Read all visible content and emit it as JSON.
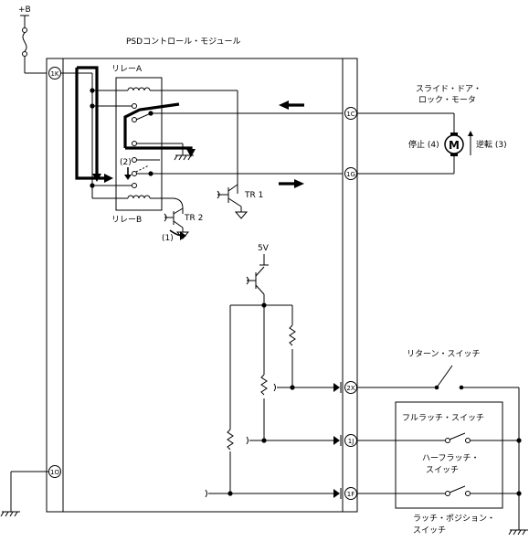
{
  "labels": {
    "battery": "+B",
    "module_title": "PSDコントロール・モジュール",
    "relay_a": "リレーA",
    "relay_b": "リレーB",
    "tr1": "TR 1",
    "tr2": "TR 2",
    "mark1": "(1)",
    "mark2": "(2)",
    "v5": "5V",
    "motor_line1": "スライド・ドア・",
    "motor_line2": "ロック・モータ",
    "motor_symbol": "M",
    "stop": "停止 (4)",
    "reverse": "逆転 (3)",
    "return_switch": "リターン・スイッチ",
    "full_latch": "フルラッチ・スイッチ",
    "half_latch_1": "ハーフラッチ・",
    "half_latch_2": "スイッチ",
    "latch_pos_1": "ラッチ・ポジション・",
    "latch_pos_2": "スイッチ"
  },
  "pins": {
    "p1k": "1K",
    "p1c": "1C",
    "p1g": "1G",
    "p2x": "2X",
    "p1j": "1J",
    "p1f": "1F",
    "p1o": "1O"
  }
}
